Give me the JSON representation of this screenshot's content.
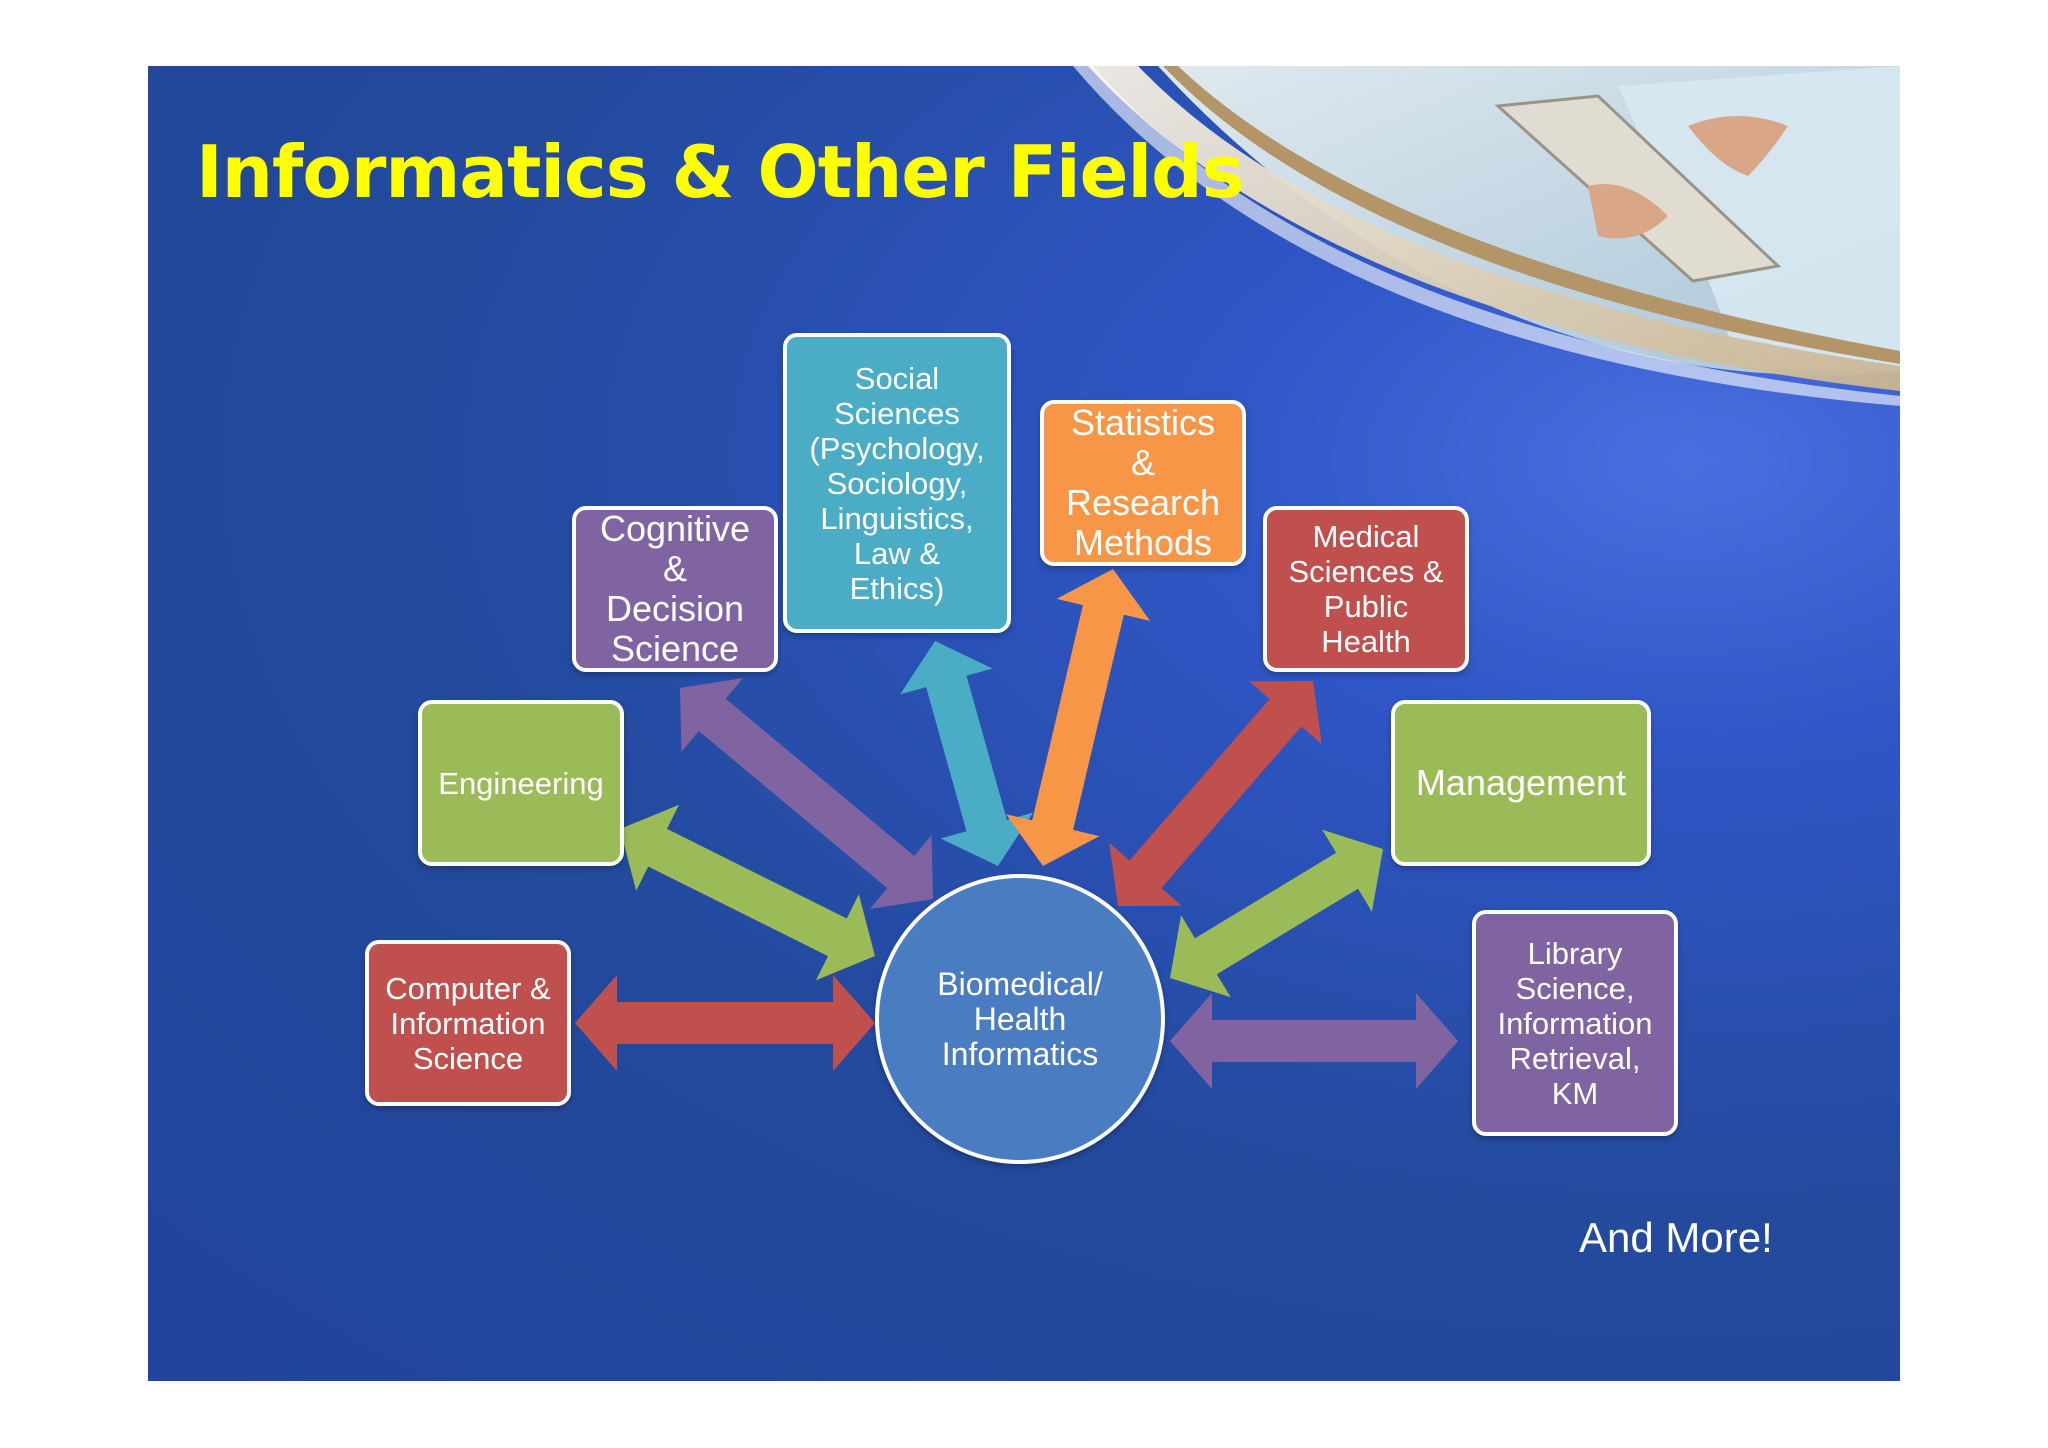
{
  "slide": {
    "title": "Informatics & Other Fields",
    "center_label": "Biomedical/\nHealth\nInformatics",
    "footer_note": "And More!"
  },
  "fields": [
    {
      "label": "Computer &\nInformation\nScience",
      "color": "#c0504d"
    },
    {
      "label": "Engineering",
      "color": "#9bbb59"
    },
    {
      "label": "Cognitive\n&\nDecision\nScience",
      "color": "#8064a2"
    },
    {
      "label": "Social\nSciences\n(Psychology,\nSociology,\nLinguistics,\nLaw &\nEthics)",
      "color": "#4bacc6"
    },
    {
      "label": "Statistics\n&\nResearch\nMethods",
      "color": "#f79646"
    },
    {
      "label": "Medical\nSciences &\nPublic\nHealth",
      "color": "#c0504d"
    },
    {
      "label": "Management",
      "color": "#9bbb59"
    },
    {
      "label": "Library\nScience,\nInformation\nRetrieval,\nKM",
      "color": "#8064a2"
    }
  ],
  "colors": {
    "background": "#234a9d",
    "title": "#ffff00",
    "center_node": "#4a7cc2",
    "node_border": "#ffffff"
  }
}
